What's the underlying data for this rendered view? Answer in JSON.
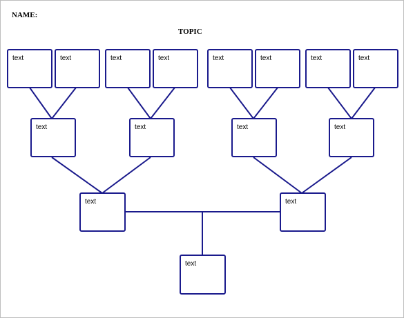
{
  "header": {
    "name_label": "NAME:",
    "topic_label": "TOPIC"
  },
  "colors": {
    "line": "#1a1a8c",
    "frame": "#bdbdbd"
  },
  "tree": {
    "top_row": [
      "text",
      "text",
      "text",
      "text",
      "text",
      "text",
      "text",
      "text"
    ],
    "second_row": [
      "text",
      "text",
      "text",
      "text"
    ],
    "third_row": [
      "text",
      "text"
    ],
    "root": "text"
  }
}
